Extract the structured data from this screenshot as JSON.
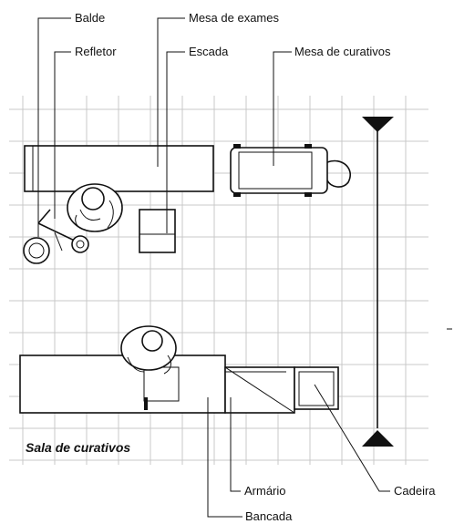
{
  "title": "Sala de curativos",
  "labels": {
    "balde": "Balde",
    "mesa_exames": "Mesa de exames",
    "refletor": "Refletor",
    "escada": "Escada",
    "mesa_curativos": "Mesa de curativos",
    "armario": "Armário",
    "cadeira": "Cadeira",
    "bancada": "Bancada"
  },
  "icons": {
    "north_arrow_top": "triangle-down-icon",
    "north_arrow_bottom": "triangle-up-icon"
  },
  "colors": {
    "line": "#111111",
    "grid": "#c8c8c8",
    "background": "#ffffff"
  }
}
